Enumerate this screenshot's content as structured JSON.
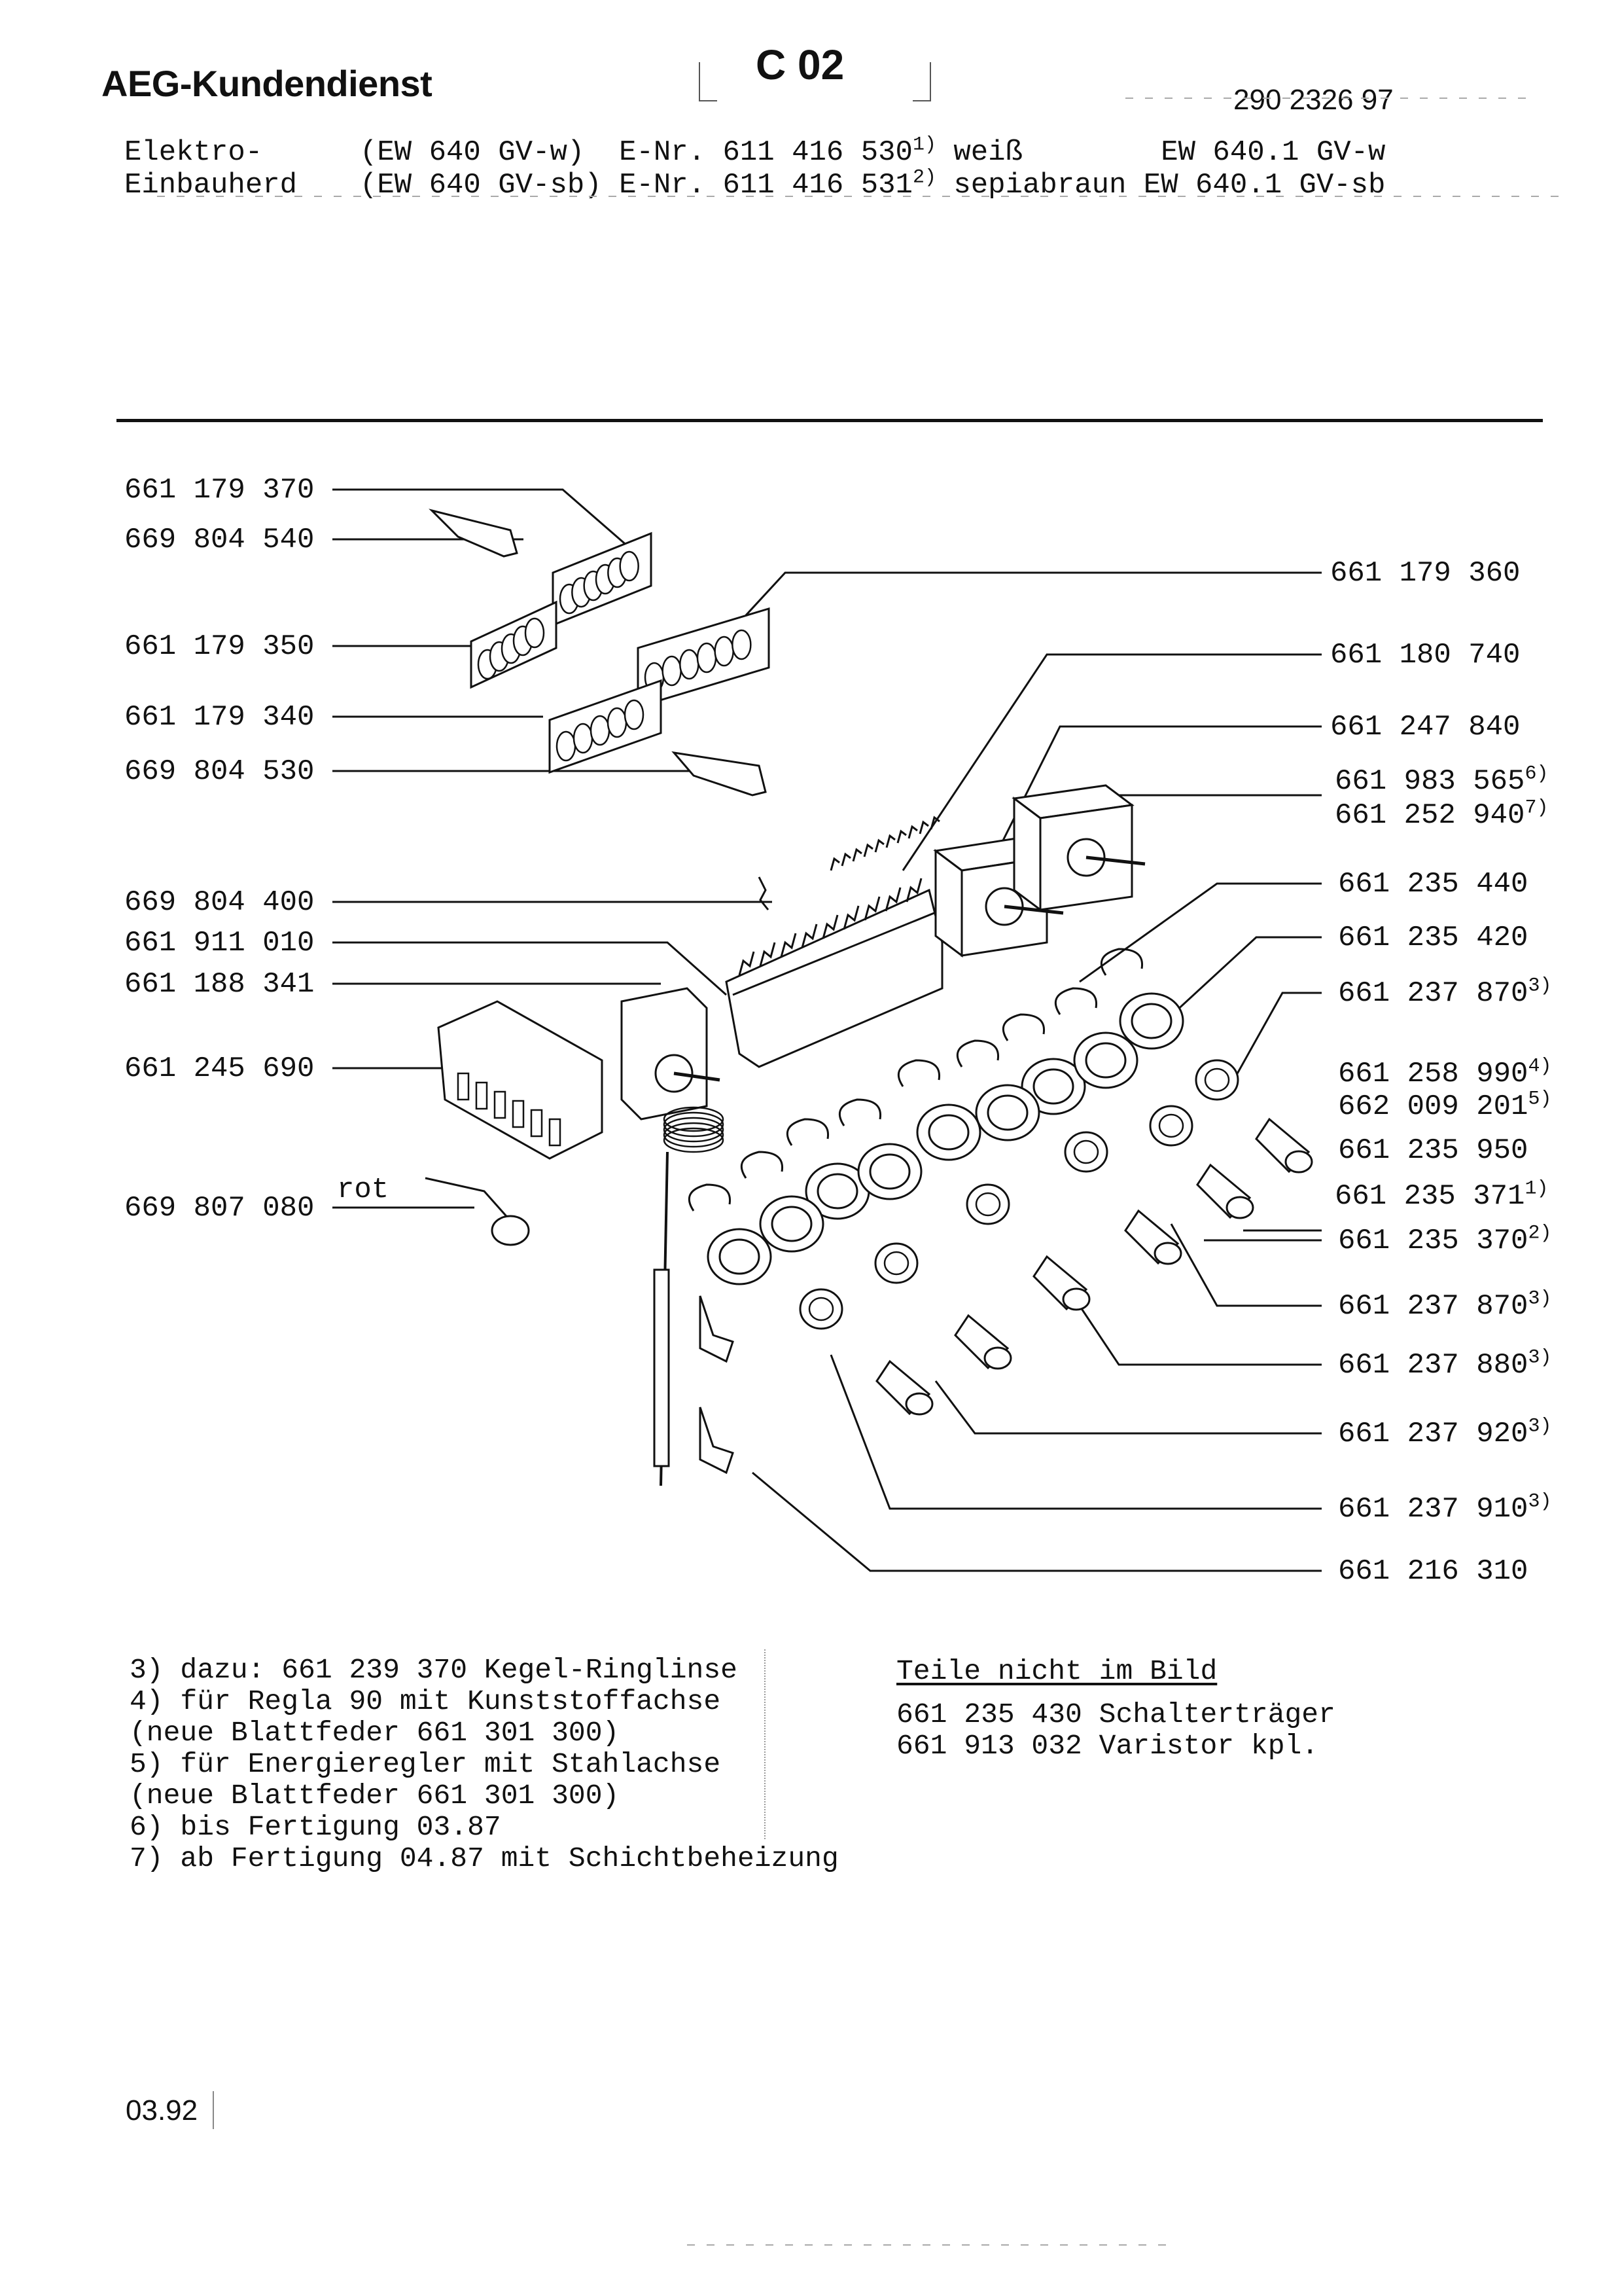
{
  "header": {
    "brand": "AEG-Kundendienst",
    "section": "C 02",
    "doc_number": "290 2326 97",
    "device_line1": "Elektro-",
    "device_line2": "Einbauherd",
    "variant1_line": "(EW 640 GV-w)  E-Nr. 611 416 530",
    "variant1_sup": "1)",
    "variant1_tail": " weiß        EW 640.1 GV-w",
    "variant2_line": "(EW 640 GV-sb) E-Nr. 611 416 531",
    "variant2_sup": "2)",
    "variant2_tail": " sepiabraun EW 640.1 GV-sb"
  },
  "parts_left": [
    {
      "number": "661 179 370"
    },
    {
      "number": "669 804 540"
    },
    {
      "number": "661 179 350"
    },
    {
      "number": "661 179 340"
    },
    {
      "number": "669 804 530"
    },
    {
      "number": "669 804 400"
    },
    {
      "number": "661 911 010"
    },
    {
      "number": "661 188 341"
    },
    {
      "number": "661 245 690"
    },
    {
      "number": "669 807 080",
      "label": "rot"
    }
  ],
  "parts_right": [
    {
      "number": "661 179 360",
      "note": ""
    },
    {
      "number": "661 180 740",
      "note": ""
    },
    {
      "number": "661 247 840",
      "note": ""
    },
    {
      "number": "661 983 565",
      "note": "6)"
    },
    {
      "number": "661 252 940",
      "note": "7)"
    },
    {
      "number": "661 235 440",
      "note": ""
    },
    {
      "number": "661 235 420",
      "note": ""
    },
    {
      "number": "661 237 870",
      "note": "3)"
    },
    {
      "number": "661 258 990",
      "note": "4)"
    },
    {
      "number": "662 009 201",
      "note": "5)"
    },
    {
      "number": "661 235 950",
      "note": ""
    },
    {
      "number": "661 235 371",
      "note": "1)"
    },
    {
      "number": "661 235 370",
      "note": "2)"
    },
    {
      "number": "661 237 870",
      "note": "3)"
    },
    {
      "number": "661 237 880",
      "note": "3)"
    },
    {
      "number": "661 237 920",
      "note": "3)"
    },
    {
      "number": "661 237 910",
      "note": "3)"
    },
    {
      "number": "661 216 310",
      "note": ""
    }
  ],
  "footnotes": [
    "3) dazu: 661 239 370 Kegel-Ringlinse",
    "4) für Regla 90 mit Kunststoffachse",
    "   (neue Blattfeder 661 301 300)",
    "5) für Energieregler mit Stahlachse",
    "   (neue Blattfeder 661 301 300)",
    "6) bis Fertigung 03.87",
    "7) ab  Fertigung 04.87 mit Schichtbeheizung"
  ],
  "not_shown": {
    "title": "Teile nicht im Bild",
    "items": [
      "661 235 430 Schalterträger",
      "661 913 032 Varistor kpl."
    ]
  },
  "date": "03.92"
}
